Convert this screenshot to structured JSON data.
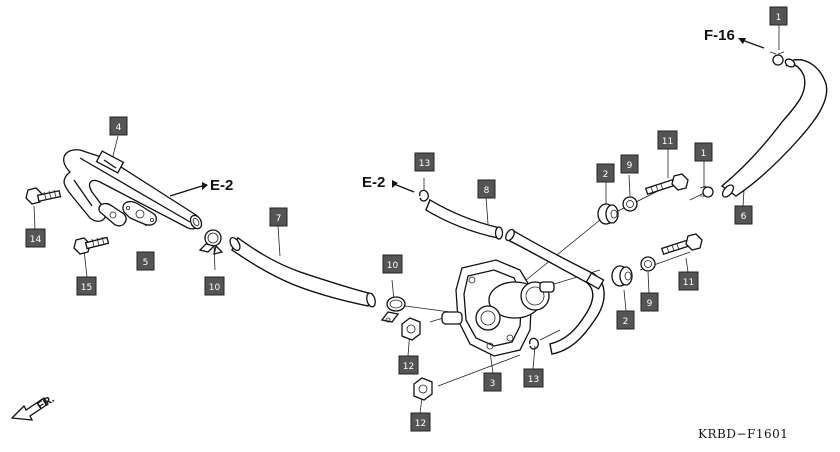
{
  "callouts": [
    {
      "label": "1",
      "part": "hose-clip-upper"
    },
    {
      "label": "1",
      "part": "hose-clip-middle"
    },
    {
      "label": "2",
      "part": "grommet-upper"
    },
    {
      "label": "2",
      "part": "grommet-lower"
    },
    {
      "label": "3",
      "part": "air-suction-valve"
    },
    {
      "label": "4",
      "part": "air-pipe"
    },
    {
      "label": "5",
      "part": "gasket"
    },
    {
      "label": "6",
      "part": "hose-right"
    },
    {
      "label": "7",
      "part": "hose-left"
    },
    {
      "label": "8",
      "part": "hose-middle"
    },
    {
      "label": "9",
      "part": "collar-upper"
    },
    {
      "label": "9",
      "part": "collar-lower"
    },
    {
      "label": "10",
      "part": "hose-band-left"
    },
    {
      "label": "10",
      "part": "hose-band-center"
    },
    {
      "label": "11",
      "part": "bolt-upper"
    },
    {
      "label": "11",
      "part": "bolt-lower"
    },
    {
      "label": "12",
      "part": "nut-upper"
    },
    {
      "label": "12",
      "part": "nut-lower"
    },
    {
      "label": "13",
      "part": "clip-upper"
    },
    {
      "label": "13",
      "part": "clip-lower"
    },
    {
      "label": "14",
      "part": "bolt-left-upper"
    },
    {
      "label": "15",
      "part": "bolt-left-lower"
    }
  ],
  "references": {
    "f16": "F-16",
    "e2_left": "E-2",
    "e2_center": "E-2"
  },
  "direction_label": "FR.",
  "diagram_code": "KRBD−F1601"
}
